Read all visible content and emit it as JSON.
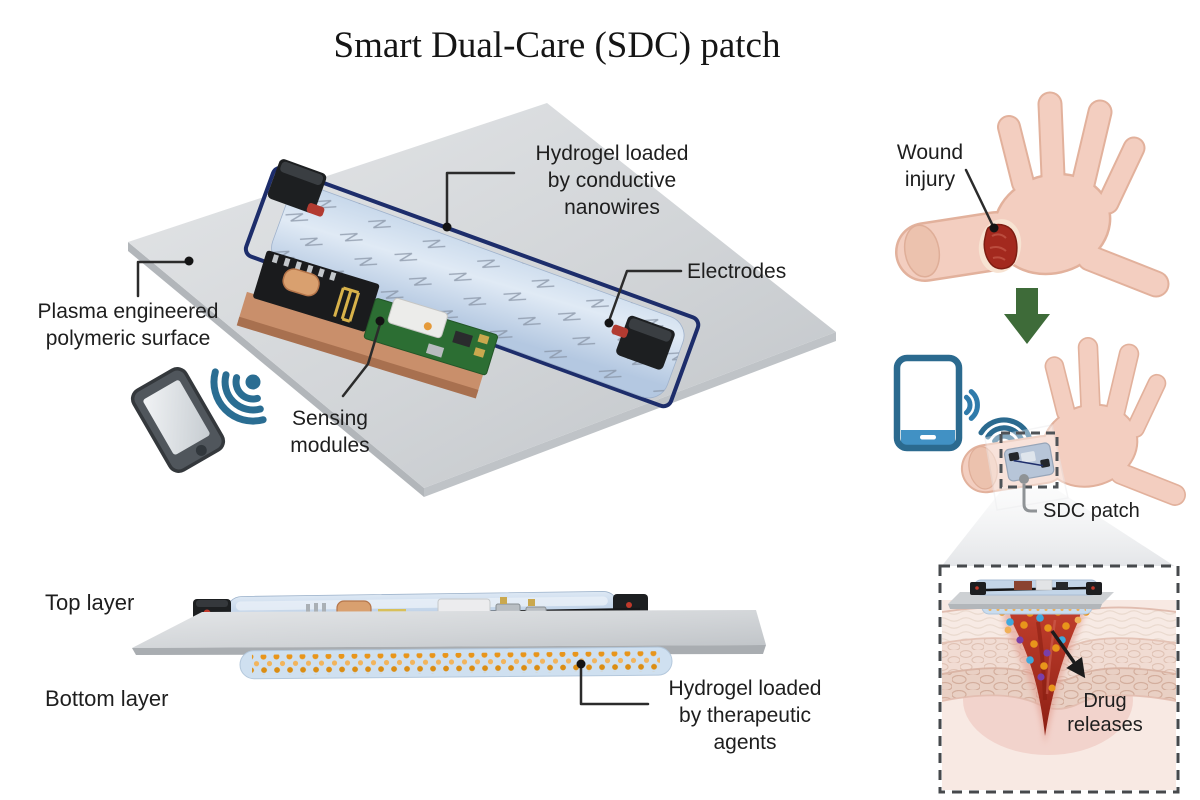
{
  "figure": {
    "title": "Smart Dual-Care (SDC) patch"
  },
  "colors": {
    "hydrogel_blue": "#c6d7ea",
    "substrate_gray": "#cfd2d5",
    "wire_navy": "#1d2d6b",
    "electrode_black": "#1d1f21",
    "connector_red": "#c0392b",
    "skin": "#f3cec0",
    "wound_red": "#a3291e",
    "arrow_green": "#3e6b39",
    "phone_outline_blue": "#2b6a8f",
    "wifi_teal": "#2a6d92",
    "drug_orange": "#e8951b",
    "drug_blue": "#3fa8dc",
    "drug_purple": "#7a3fa8"
  },
  "exploded_view": {
    "label_hydrogel_conductive": [
      "Hydrogel loaded",
      "by conductive",
      "nanowires"
    ],
    "label_electrodes": "Electrodes",
    "label_plasma": [
      "Plasma engineered",
      "polymeric surface"
    ],
    "label_sensing": [
      "Sensing",
      "modules"
    ]
  },
  "layer_view": {
    "label_top_layer": "Top layer",
    "label_bottom_layer": "Bottom layer",
    "label_hydrogel_therapeutic": [
      "Hydrogel loaded",
      "by therapeutic",
      "agents"
    ]
  },
  "application_flow": {
    "label_wound_injury": [
      "Wound",
      "injury"
    ],
    "label_sdc_patch": "SDC patch",
    "label_drug_releases": [
      "Drug",
      "releases"
    ]
  }
}
